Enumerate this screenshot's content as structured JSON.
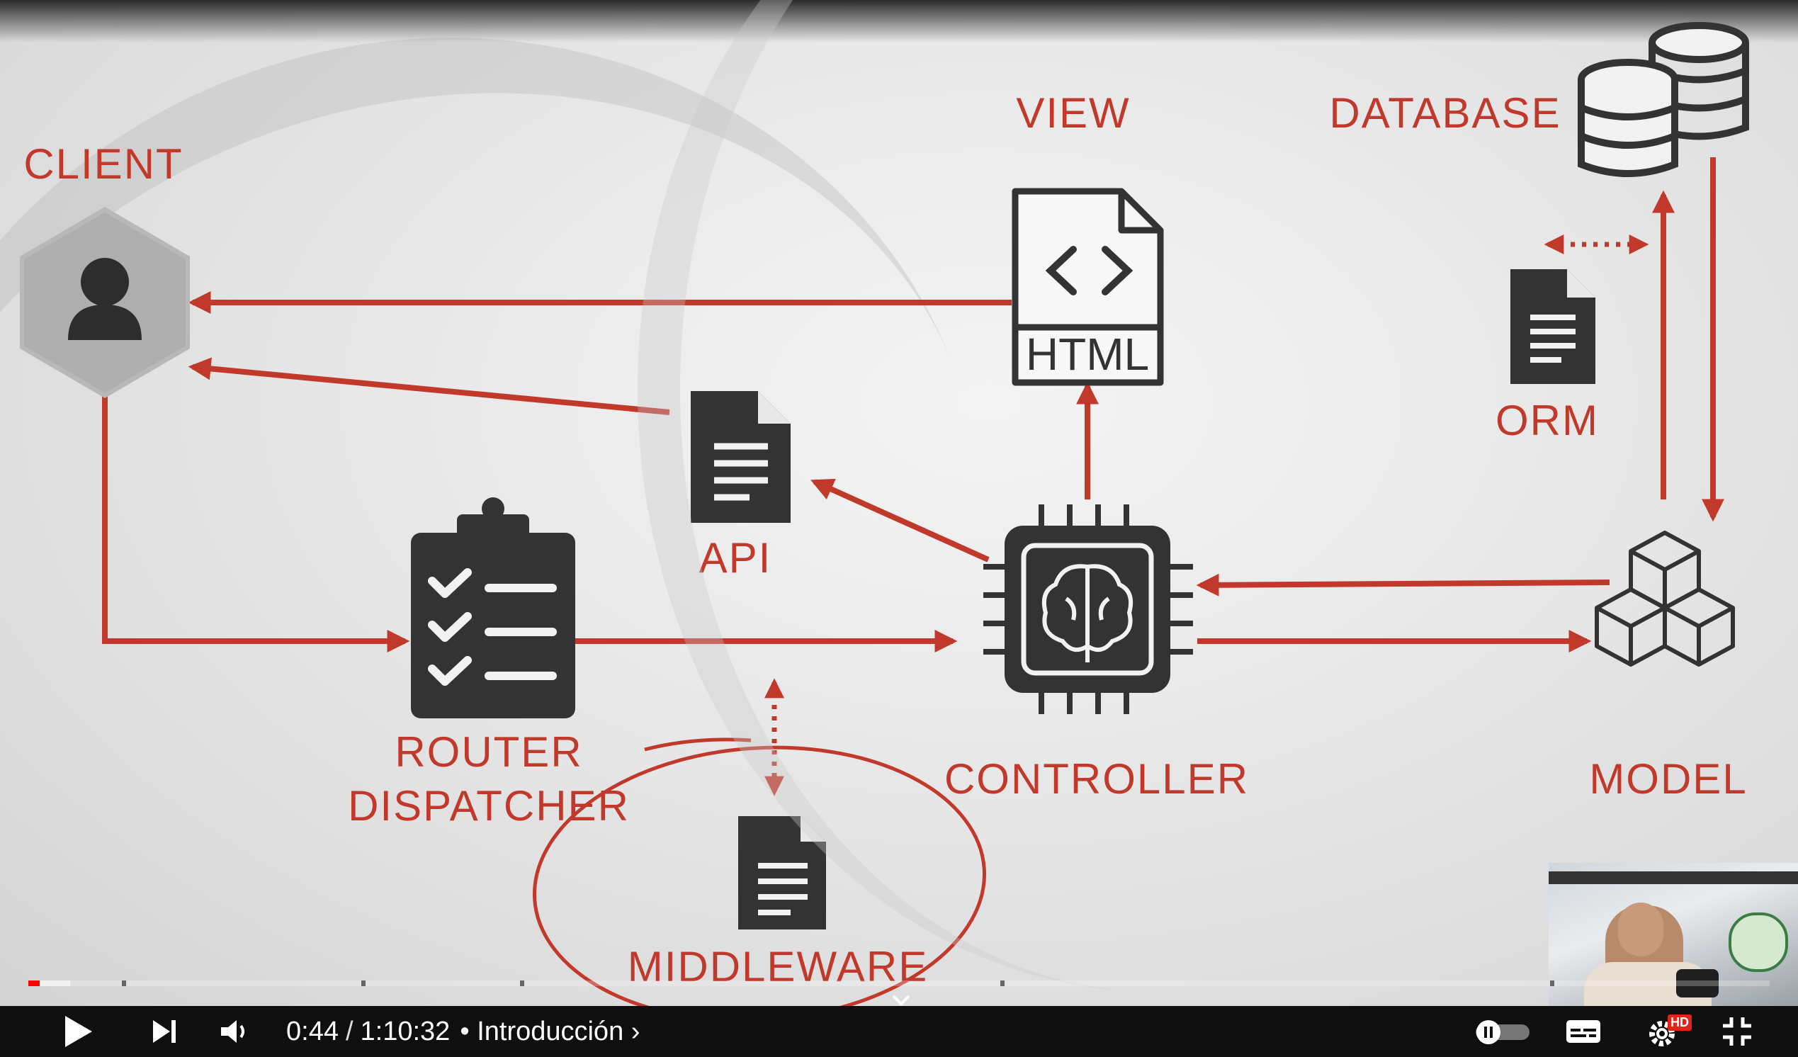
{
  "diagram": {
    "labels": {
      "client": "CLIENT",
      "view": "VIEW",
      "database": "DATABASE",
      "orm": "ORM",
      "api": "API",
      "router": "ROUTER",
      "dispatcher": "DISPATCHER",
      "controller": "CONTROLLER",
      "model": "MODEL",
      "middleware": "MIDDLEWARE",
      "html_file": "HTML"
    },
    "accent_color": "#c0392b",
    "icon_color": "#333333"
  },
  "player": {
    "current_time": "0:44",
    "separator": "/",
    "duration": "1:10:32",
    "chapter": "• Introducción ›",
    "progress_played_fraction": 0.0067,
    "progress_buffered_fraction": 0.024,
    "hd_badge": "HD",
    "icons": {
      "play": "play-icon",
      "next": "next-icon",
      "volume": "volume-icon",
      "chevron": "chevron-down-icon",
      "autoplay": "autoplay-toggle-icon",
      "subtitles": "subtitles-icon",
      "settings": "gear-icon",
      "exit_fullscreen": "exit-fullscreen-icon"
    }
  }
}
